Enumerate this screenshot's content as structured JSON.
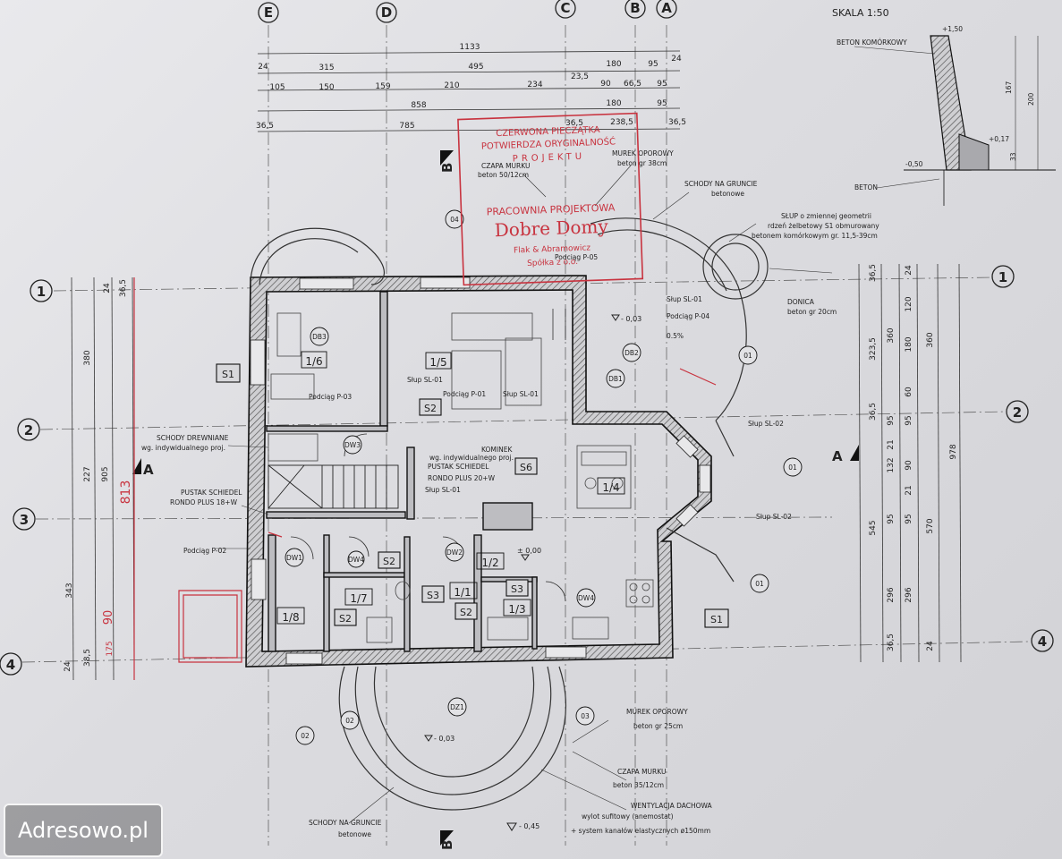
{
  "header": {
    "scale": "SKALA 1:50"
  },
  "stamp": {
    "lines": [
      "CZERWONA PIECZĄTKA",
      "POTWIERDZA ORYGINALNOŚĆ",
      "PROJEKTU"
    ],
    "office": "PRACOWNIA PROJEKTOWA",
    "brand": "Dobre Domy",
    "sub": "Flak & Abramowicz",
    "sub2": "Spółka z o.o."
  },
  "axes": {
    "top": [
      "E",
      "D",
      "C",
      "B",
      "A"
    ],
    "side": [
      "1",
      "2",
      "3",
      "4"
    ]
  },
  "top_dims": {
    "row1": [
      "1133"
    ],
    "row2": [
      "24",
      "315",
      "495",
      "180",
      "95",
      "24"
    ],
    "row3": [
      "105",
      "150",
      "159",
      "210",
      "234",
      "23,5",
      "90",
      "66,5",
      "95"
    ],
    "row4": [
      "858",
      "180",
      "95"
    ],
    "row5": [
      "36,5",
      "785",
      "36,5",
      "238,5",
      "36,5"
    ]
  },
  "left_dims": [
    "24",
    "36,5",
    "380",
    "227",
    "905",
    "343",
    "813",
    "24",
    "38,5",
    "175",
    "90"
  ],
  "right_dims": [
    "36,5",
    "323,5",
    "24",
    "120",
    "360",
    "180",
    "360",
    "36,5",
    "95",
    "21",
    "60",
    "95",
    "132",
    "90",
    "21",
    "978",
    "545",
    "95",
    "95",
    "570",
    "296",
    "296",
    "36,5",
    "24"
  ],
  "rooms": [
    "1/1",
    "1/2",
    "1/3",
    "1/4",
    "1/5",
    "1/6",
    "1/7",
    "1/8"
  ],
  "symbols": [
    "S1",
    "S1",
    "S2",
    "S2",
    "S2",
    "S2",
    "S3",
    "S3",
    "S6"
  ],
  "doors": [
    "DB1",
    "DB2",
    "DB3",
    "DW1",
    "DW2",
    "DW3",
    "DW4",
    "DW4",
    "DZ1"
  ],
  "windows": [
    "01",
    "01",
    "01",
    "02",
    "02",
    "03",
    "04"
  ],
  "levels": [
    "- 0,03",
    "± 0,00",
    "- 0,03",
    "- 0,45",
    "0.5%"
  ],
  "section_marks": [
    "A",
    "A",
    "B",
    "B"
  ],
  "annotations": {
    "czapa_top": "CZAPA MURKU",
    "czapa_top_sub": "beton 50/12cm",
    "murek_top": "MUREK OPOROWY",
    "murek_top_sub": "beton gr 38cm",
    "schody_top": "SCHODY NA GRUNCIE",
    "schody_top_sub": "betonowe",
    "slup": "SŁUP o zmiennej geometrii",
    "slup_sub1": "rdzeń żelbetowy S1 obmurowany",
    "slup_sub2": "betonem komórkowym gr. 11,5-39cm",
    "donica": "DONICA",
    "donica_sub": "beton gr 20cm",
    "drewniane": "SCHODY DREWNIANE",
    "drewniane_sub": "wg. indywidualnego proj.",
    "pustak": "PUSTAK SCHIEDEL",
    "pustak_sub": "RONDO PLUS 18+W",
    "kominek": "KOMINEK",
    "kominek_sub1": "wg. indywidualnego proj.",
    "kominek_sub2": "PUSTAK SCHIEDEL",
    "kominek_sub3": "RONDO PLUS 20+W",
    "murek_bottom": "MUREK OPOROWY",
    "murek_bottom_sub": "beton gr 25cm",
    "czapa_bottom": "CZAPA MURKU",
    "czapa_bottom_sub": "beton 35/12cm",
    "went": "WENTYLACJA DACHOWA",
    "went_sub1": "wylot sufitowy (anemostat)",
    "went_sub2": "+ system kanałów elastycznych ø150mm",
    "schody_bottom": "SCHODY NA GRUNCIE",
    "schody_bottom_sub": "betonowe",
    "podciag_p03": "Podciąg P-03",
    "podciag_p01": "Podciąg P-01",
    "podciag_p05": "Podciąg P-05",
    "podciag_p04": "Podciąg P-04",
    "podciag_p02": "Podciąg P-02",
    "slup_sl01a": "Słup SL-01",
    "slup_sl01b": "Słup SL-01",
    "slup_sl01c": "Słup SL-01",
    "slup_sl01d": "Słup SL-01",
    "slup_sl02a": "Słup SL-02",
    "slup_sl02b": "Słup SL-02"
  },
  "detail": {
    "beton_komorkowy": "BETON KOMÓRKOWY",
    "beton": "BETON",
    "dims": [
      "+1,50",
      "167",
      "200",
      "+0,17",
      "33",
      "-0,50"
    ]
  },
  "watermark": "Adresowo.pl"
}
